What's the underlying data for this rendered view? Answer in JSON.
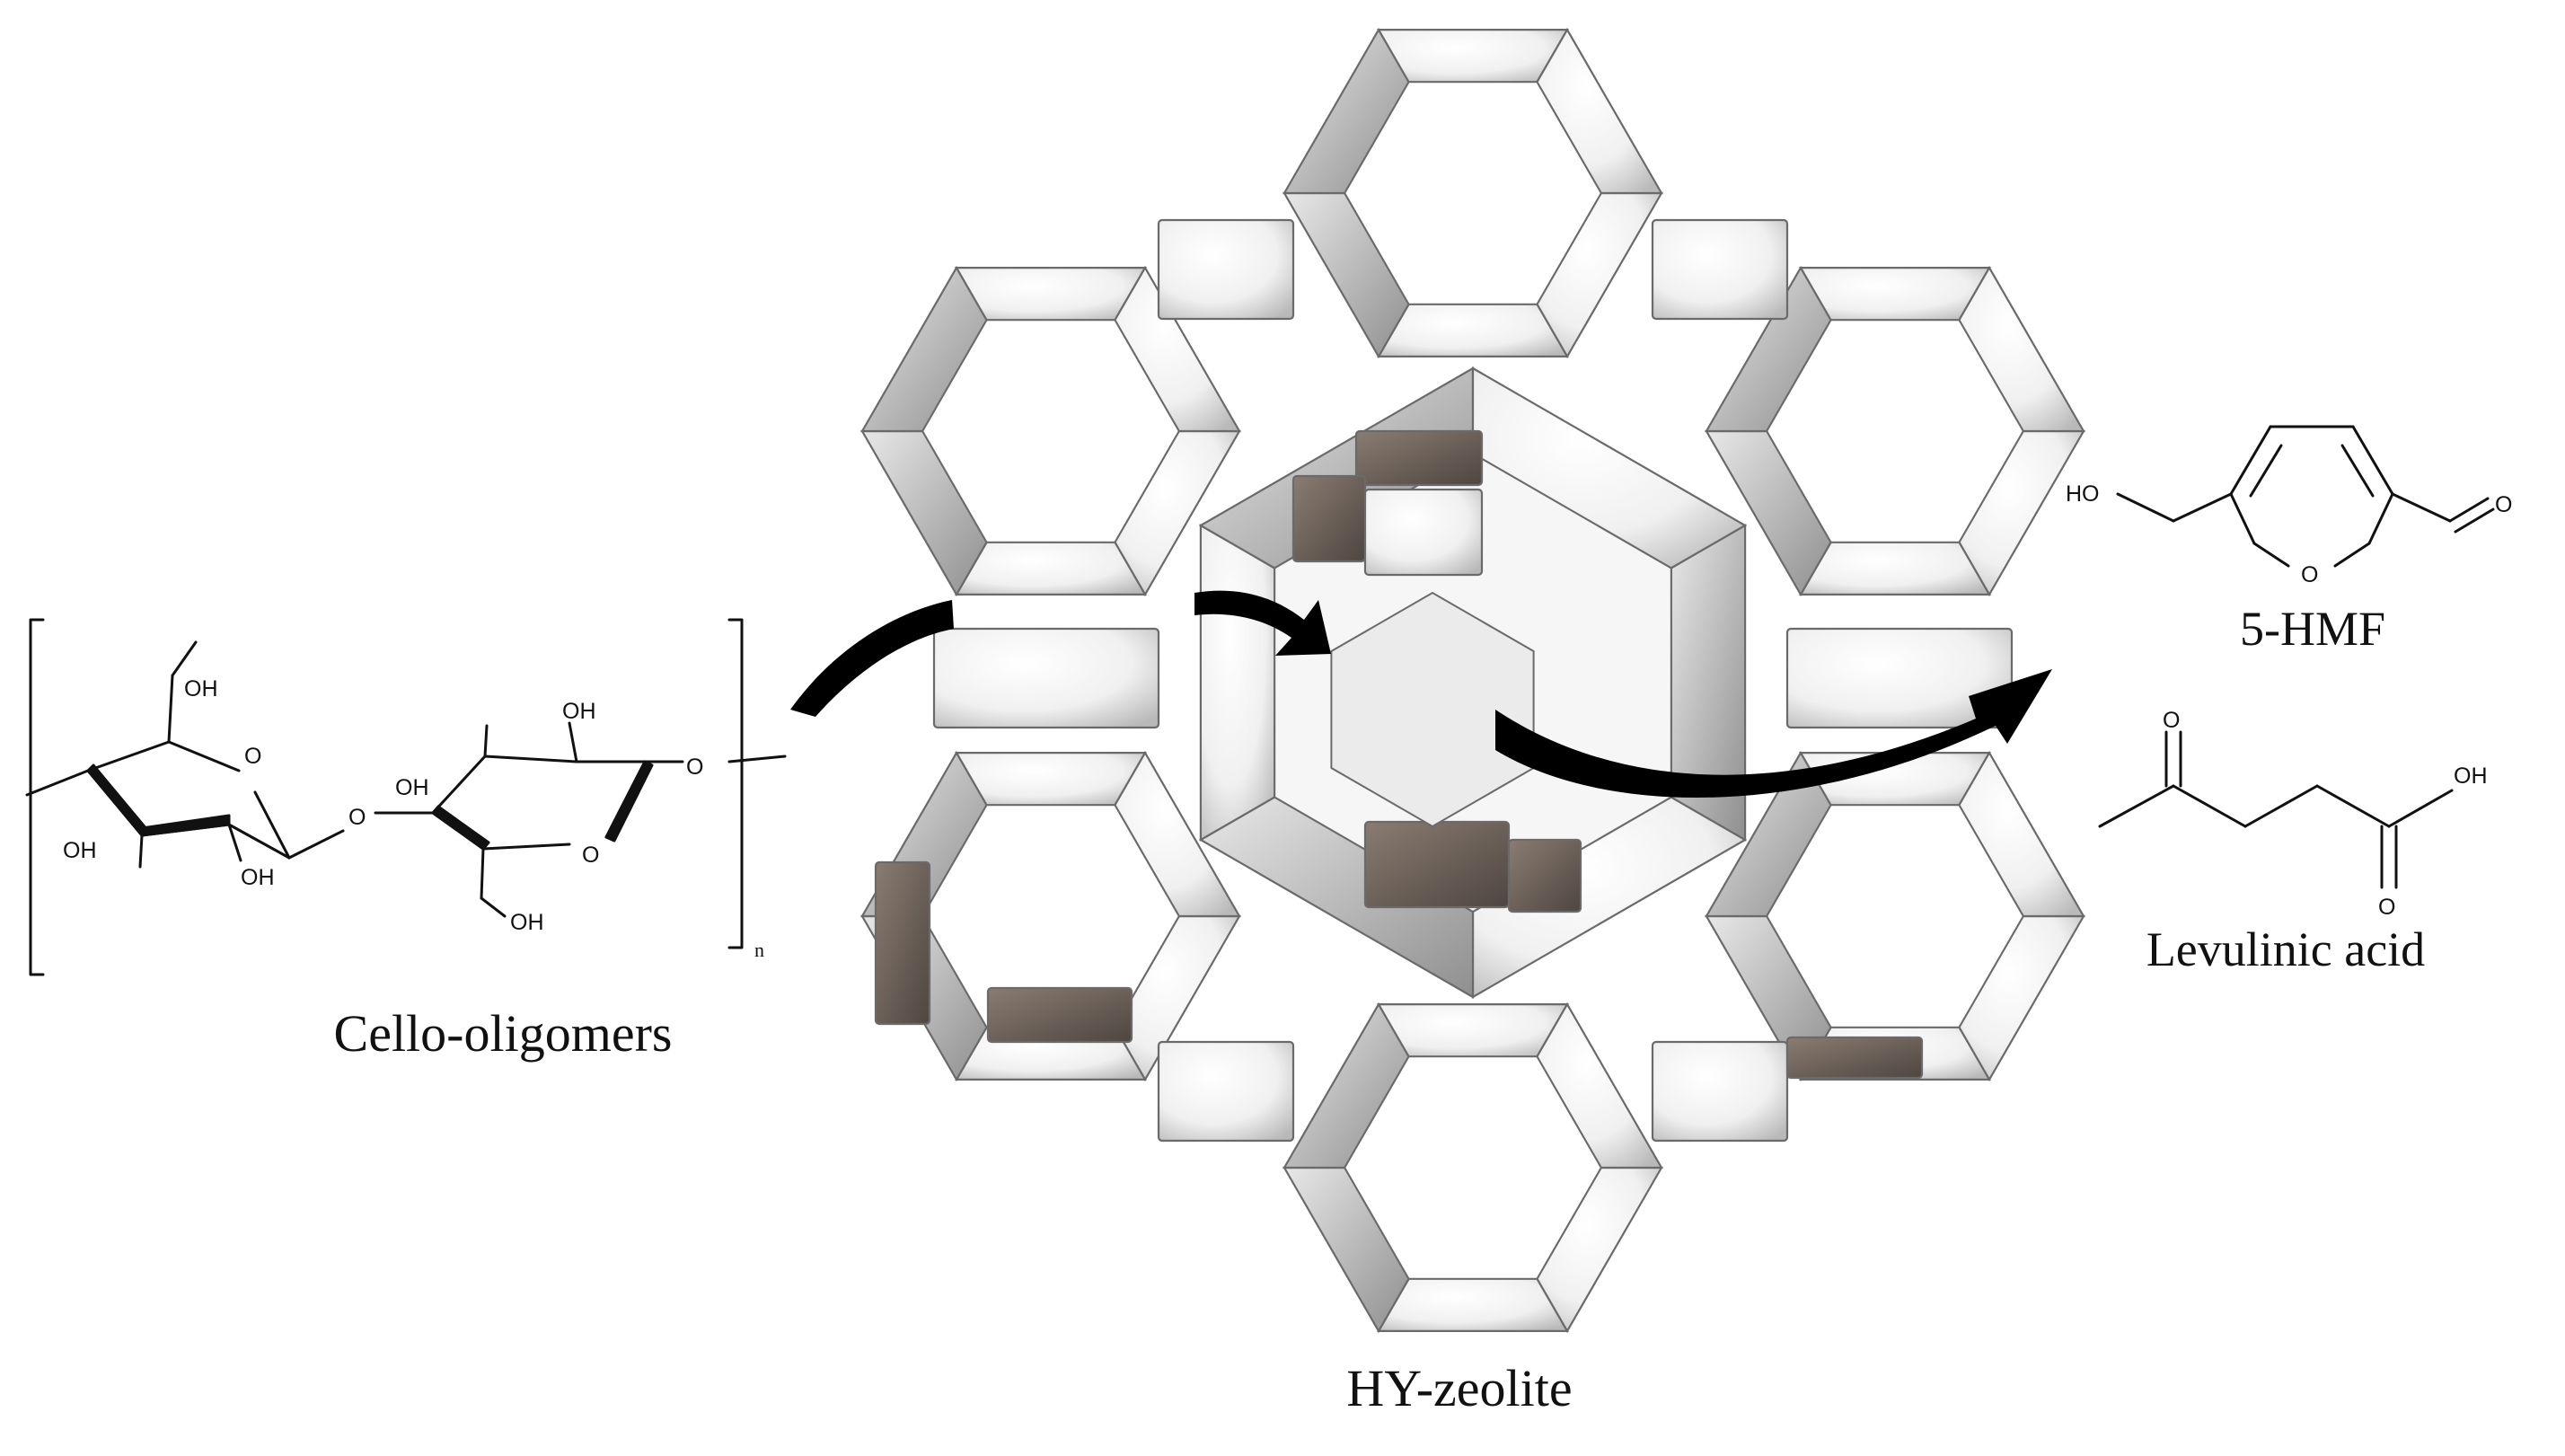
{
  "labels": {
    "reactant": "Cello-oligomers",
    "catalyst": "HY-zeolite",
    "product_1": "5-HMF",
    "product_2": "Levulinic acid",
    "repeat_subscript": "n"
  },
  "atoms": {
    "hydroxyl": "OH",
    "hydroxyl_left": "HO",
    "oxygen": "O"
  },
  "colors": {
    "frame_face": "#f1f1f1",
    "frame_shade": "#9e9e9e",
    "frame_edge": "#6a6a6a",
    "dark_face": "#72655c",
    "arrow": "#000000"
  }
}
